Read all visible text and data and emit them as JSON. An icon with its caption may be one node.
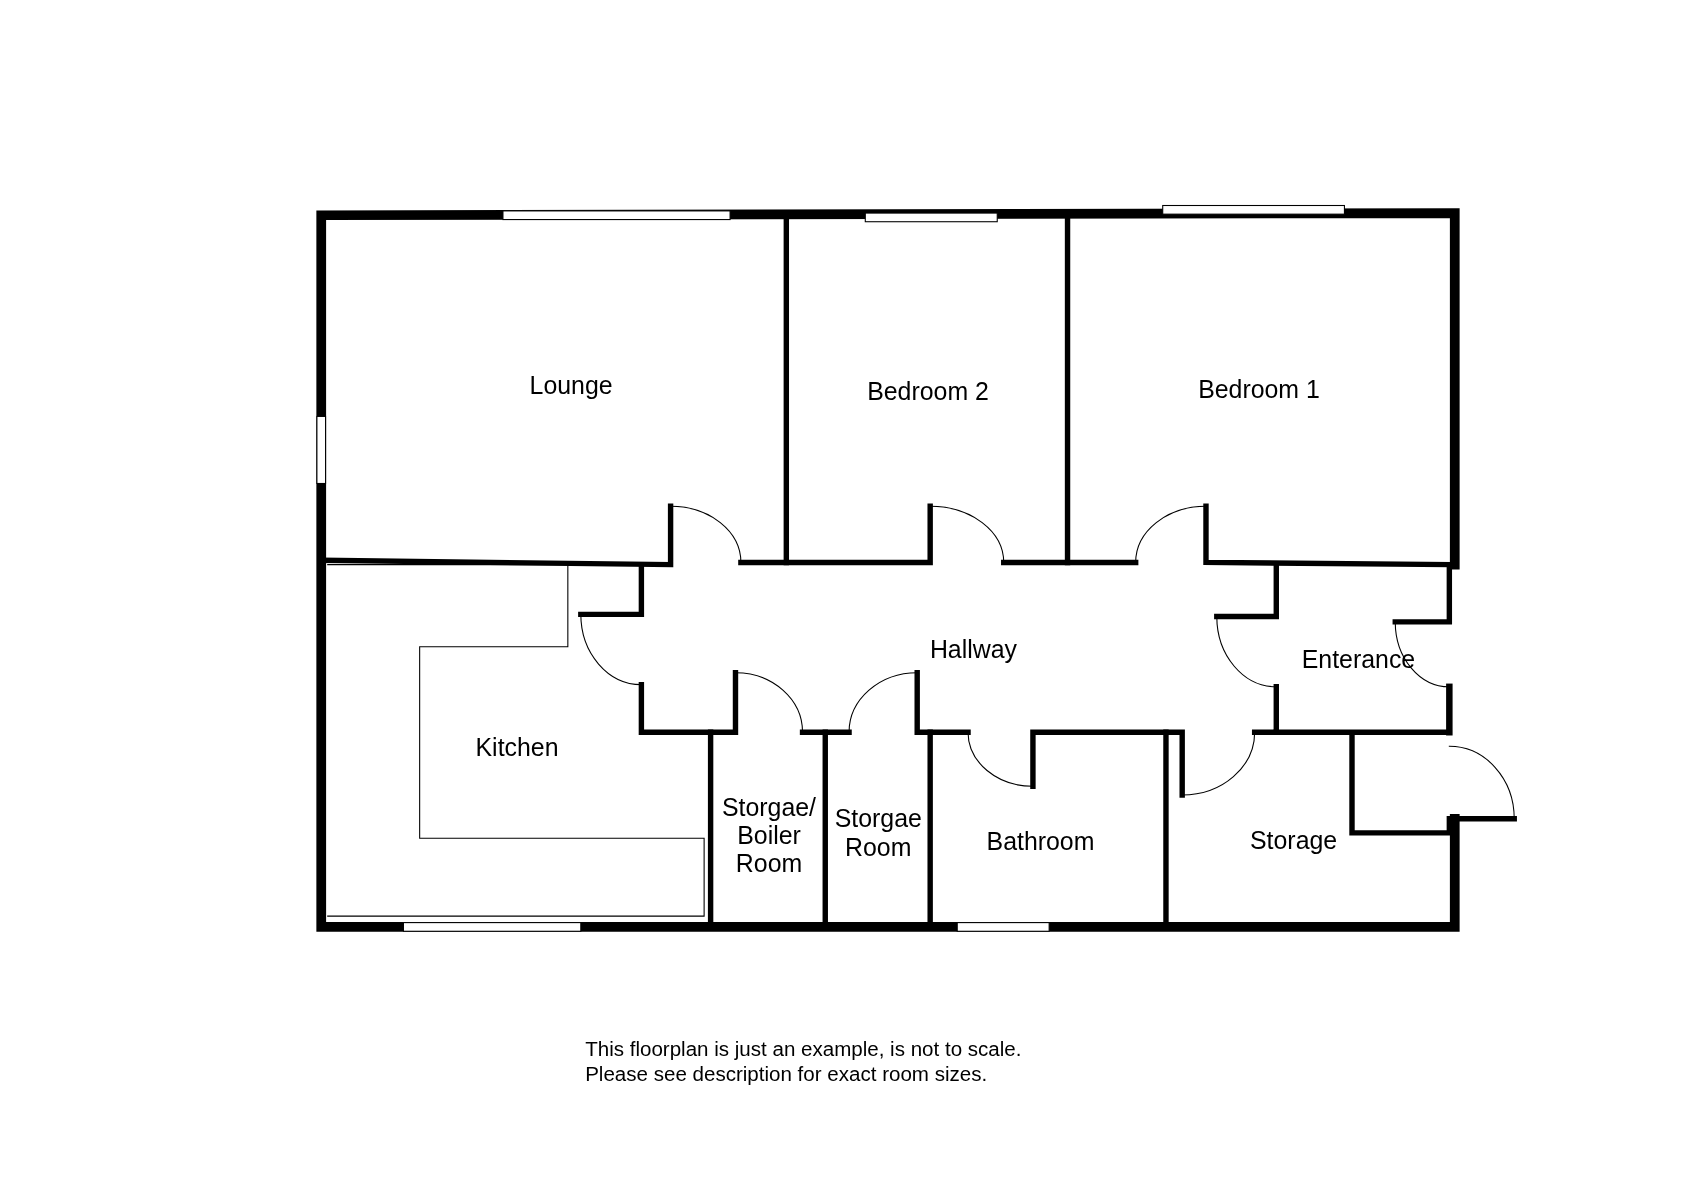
{
  "diagram": {
    "nodes": [
      {
        "text": [
          "Lounge"
        ]
      },
      {
        "text": [
          "Bedroom 2"
        ]
      },
      {
        "text": [
          "Bedroom 1"
        ]
      },
      {
        "text": [
          "Hallway"
        ]
      },
      {
        "text": [
          "Enterance"
        ]
      },
      {
        "text": [
          "Kitchen"
        ]
      },
      {
        "text": [
          "Storgae/ Boiler Room"
        ]
      },
      {
        "text": [
          "Storgae Room"
        ]
      },
      {
        "text": [
          "Bathroom"
        ]
      },
      {
        "text": [
          "Storage"
        ]
      }
    ],
    "labels": [
      "This floorplan is just an example, is not to scale.",
      "Please see description for exact room sizes."
    ]
  }
}
